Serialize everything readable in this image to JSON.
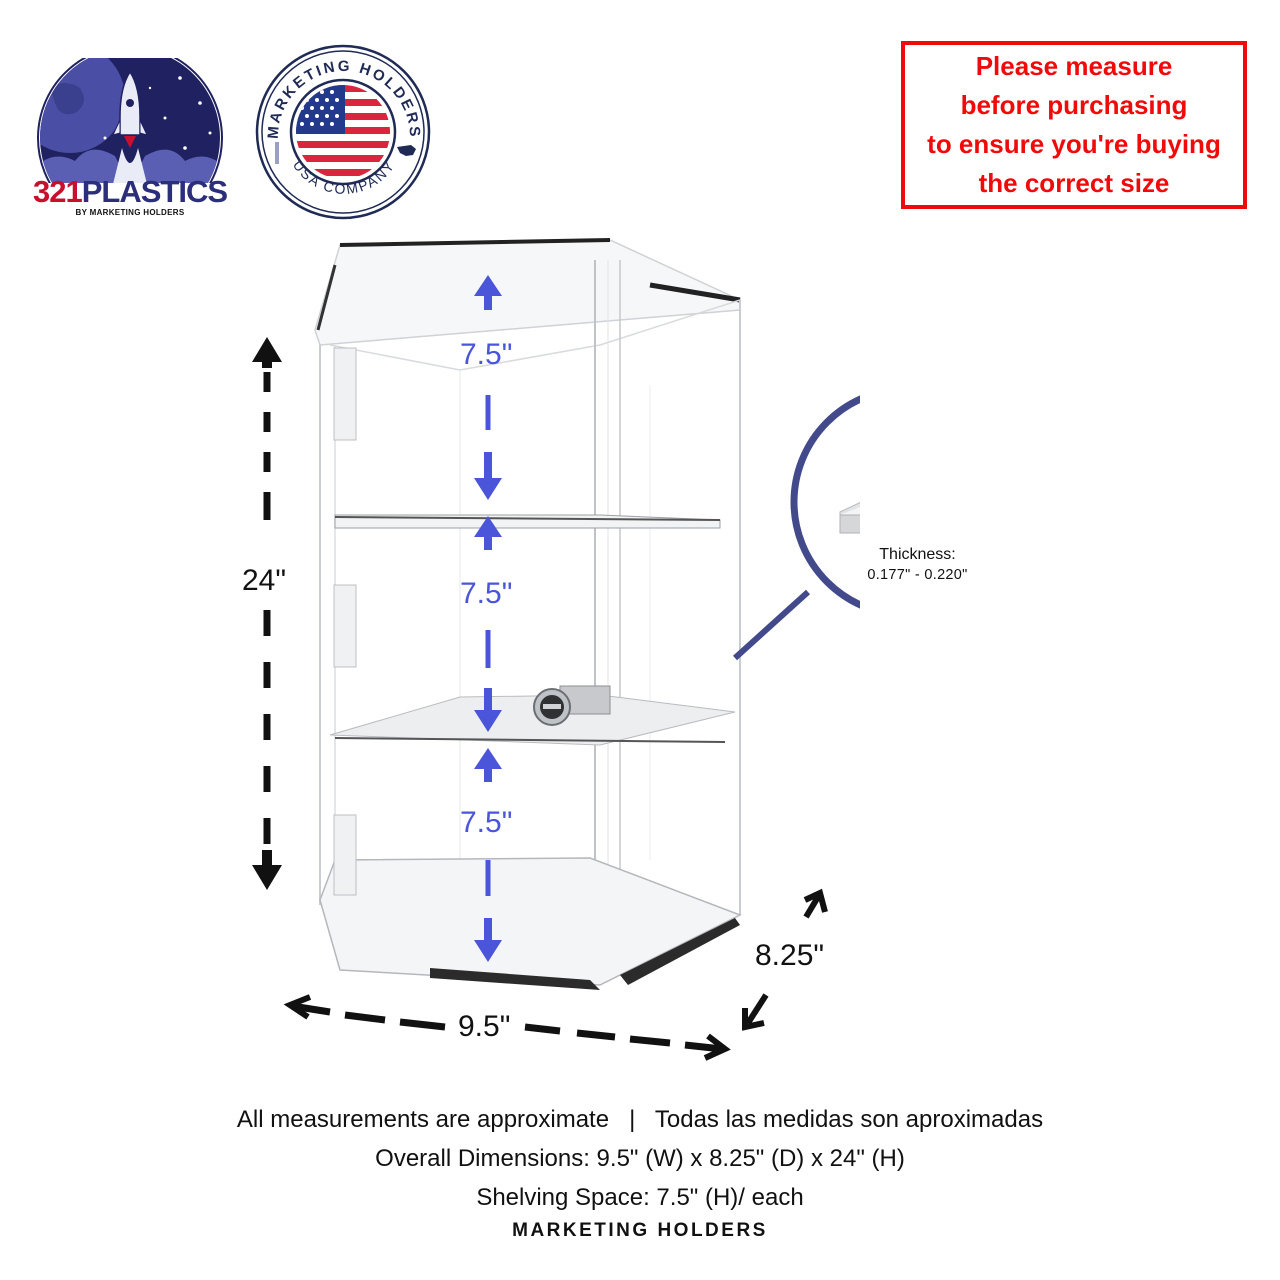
{
  "logos": {
    "plastics": {
      "brand_number": "321",
      "brand_word": "PLASTICS",
      "tagline": "BY MARKETING HOLDERS",
      "colors": {
        "navy": "#1f2160",
        "mid_blue": "#4a4fa5",
        "red": "#c8102e"
      }
    },
    "marketing_holders_seal": {
      "top_arc": "MARKETING HOLDERS",
      "bottom_arc": "USA COMPANY",
      "colors": {
        "navy": "#1f2a55",
        "flag_red": "#d7263d",
        "flag_blue": "#233a8c"
      }
    }
  },
  "warning": {
    "lines": [
      "Please measure",
      "before purchasing",
      "to ensure you're buying",
      "the correct size"
    ],
    "color": "#f00a0a"
  },
  "product": {
    "name": "3-tier acrylic display cabinet with locking door",
    "dimensions": {
      "height_label": "24\"",
      "width_label": "9.5\"",
      "depth_label": "8.25\""
    },
    "shelves": [
      {
        "label": "7.5\""
      },
      {
        "label": "7.5\""
      },
      {
        "label": "7.5\""
      }
    ],
    "shelf_arrow_color": "#4b55d9",
    "thickness_callout": {
      "title": "Thickness:",
      "range": "0.177\" - 0.220\"",
      "ring_color": "#424a8c"
    }
  },
  "footer": {
    "disclaimer": "All measurements are approximate   |   Todas las medidas son aproximadas",
    "overall_dimensions": "Overall Dimensions: 9.5\" (W) x 8.25\" (D) x 24\" (H)",
    "shelving_space": "Shelving Space: 7.5\" (H)/ each",
    "brand": "MARKETING HOLDERS"
  }
}
